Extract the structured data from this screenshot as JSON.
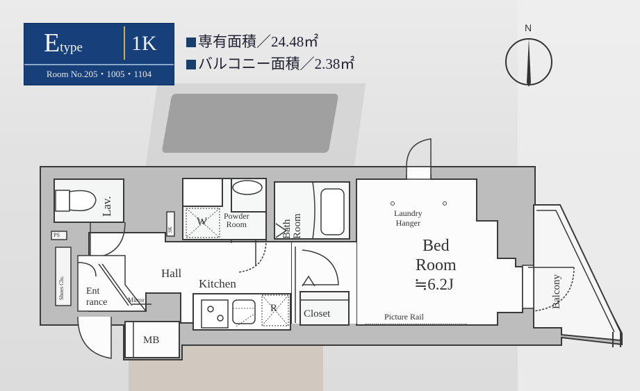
{
  "header": {
    "type_letter": "E",
    "type_suffix": "type",
    "layout": "1K",
    "room_numbers": "Room No.205・1005・1104"
  },
  "areas": {
    "exclusive_area": "専有面積／24.48㎡",
    "balcony_area": "バルコニー面積／2.38㎡"
  },
  "compass": {
    "north_label": "N"
  },
  "rooms": {
    "lavatory": "Lav.",
    "powder_room_line1": "Powder",
    "powder_room_line2": "Room",
    "washer_mark": "W",
    "bath_room_line1": "Bath",
    "bath_room_line2": "Room",
    "hall": "Hall",
    "kitchen": "Kitchen",
    "refrigerator_mark": "R",
    "entrance_line1": "Ent",
    "entrance_line2": "rance",
    "mirror": "Mirror",
    "shoes_closet": "Shoes Clo.",
    "ps_mark": "PS",
    "sk_mark": "SK",
    "mb": "MB",
    "closet": "Closet",
    "laundry_line1": "Laundry",
    "laundry_line2": "Hanger",
    "bed_line1": "Bed",
    "bed_line2": "Room",
    "bed_size": "≒6.2J",
    "picture_rail": "Picture Rail",
    "balcony": "Balcony"
  },
  "colors": {
    "badge_bg": "#173f7a",
    "badge_divider": "#c9b04a",
    "wall_gray": "#bdbdbd",
    "line": "#3a3a3a"
  }
}
